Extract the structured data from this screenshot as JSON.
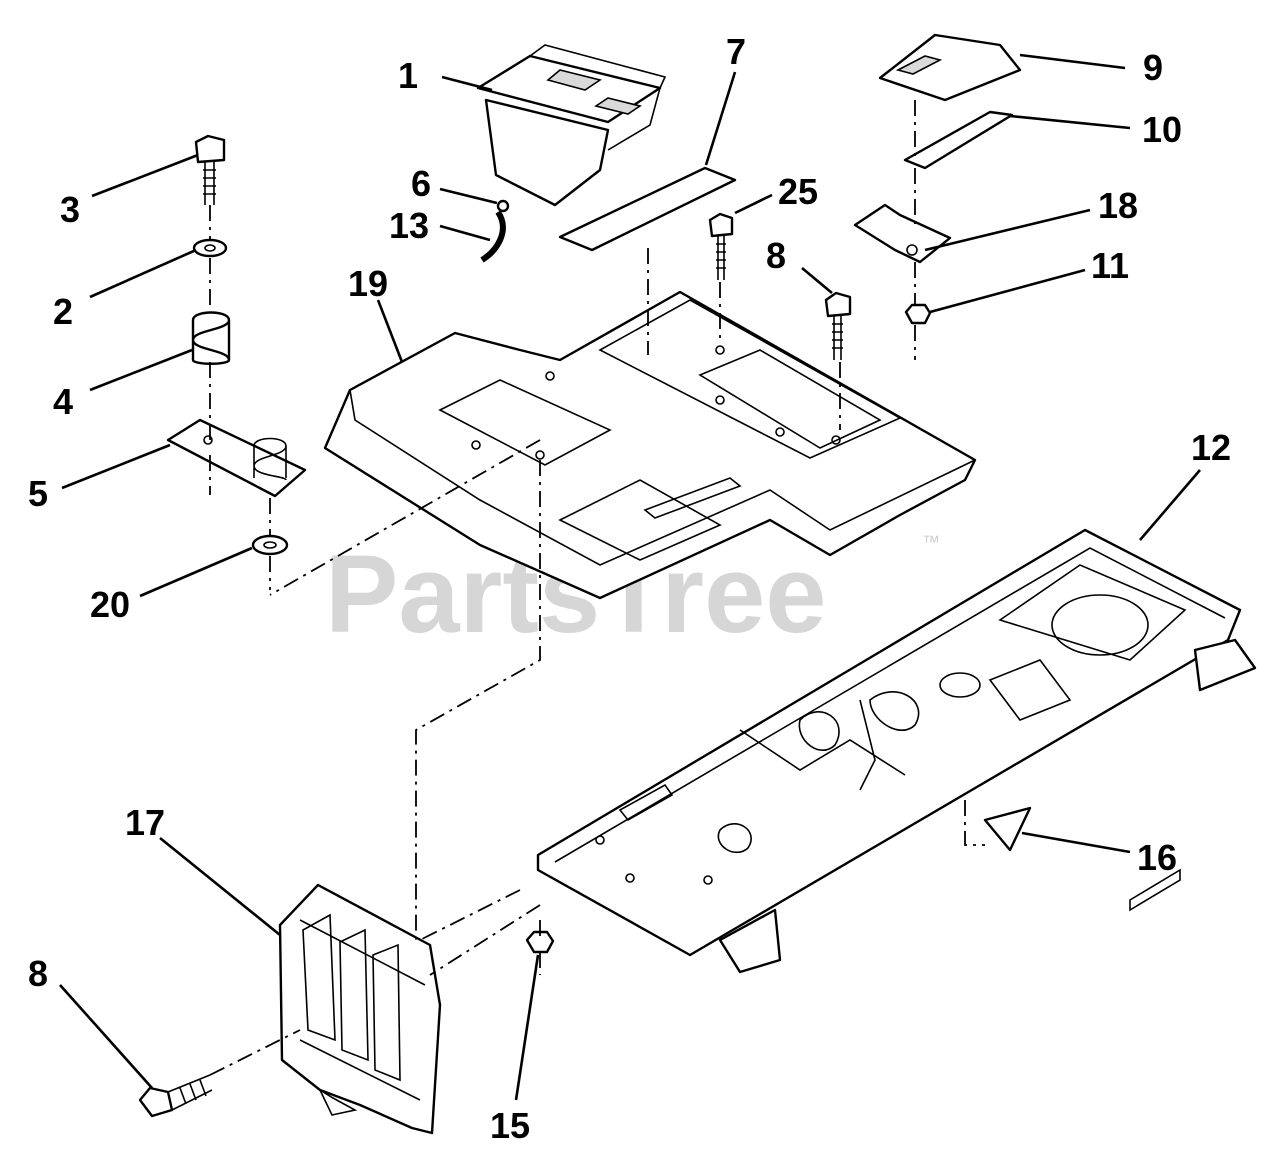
{
  "watermark": {
    "text": "PartsTree",
    "trademark": "™"
  },
  "callouts": [
    "1",
    "2",
    "3",
    "4",
    "5",
    "6",
    "7",
    "8",
    "9",
    "10",
    "11",
    "12",
    "13",
    "15",
    "16",
    "17",
    "18",
    "19",
    "20",
    "25",
    "8"
  ]
}
